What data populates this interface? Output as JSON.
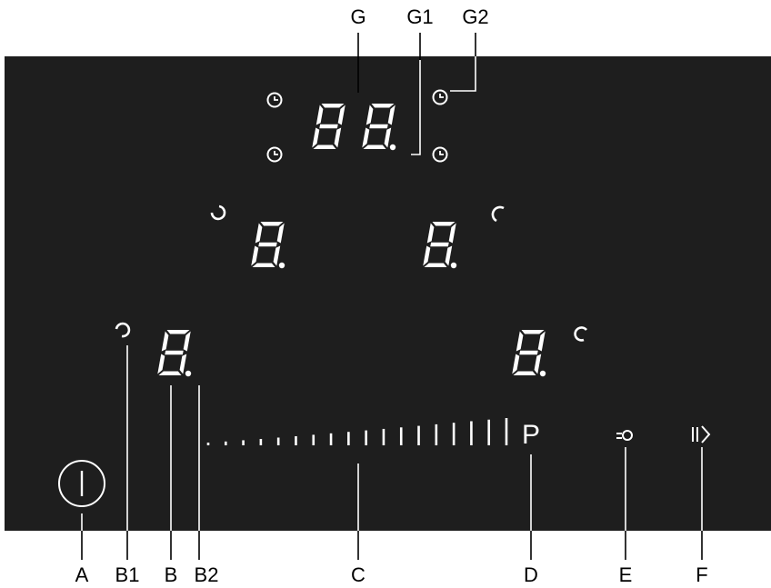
{
  "labels": {
    "G": "G",
    "G1": "G1",
    "G2": "G2",
    "A": "A",
    "B1": "B1",
    "B": "B",
    "B2": "B2",
    "C": "C",
    "D": "D",
    "E": "E",
    "F": "F"
  },
  "panel": {
    "power_symbol": "I",
    "slider_end_label": "P",
    "slider_steps": 18
  },
  "icons": {
    "timer": "clock-icon",
    "zone": "zone-indicator-icon",
    "lock": "key-lock-icon",
    "pause": "pause-icon",
    "power": "power-icon"
  },
  "colors": {
    "panel": "#1e1e1e",
    "glass_line": "#ffffff",
    "callout_text": "#000000"
  }
}
